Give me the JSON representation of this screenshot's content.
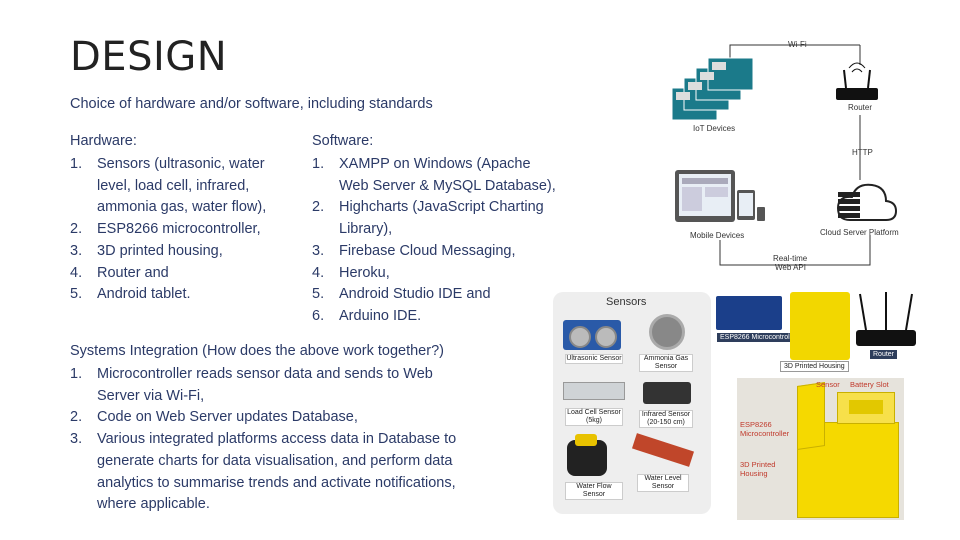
{
  "title": "DESIGN",
  "subtitle": "Choice of hardware and/or software, including standards",
  "hardware": {
    "heading": "Hardware:",
    "items": [
      {
        "n": "1.",
        "t": "Sensors (ultrasonic, water"
      },
      {
        "n": "",
        "t": "level, load cell, infrared,"
      },
      {
        "n": "",
        "t": "ammonia gas, water flow),"
      },
      {
        "n": "2.",
        "t": "ESP8266 microcontroller,"
      },
      {
        "n": "3.",
        "t": "3D printed housing,"
      },
      {
        "n": "4.",
        "t": "Router and"
      },
      {
        "n": "5.",
        "t": "Android tablet."
      }
    ]
  },
  "software": {
    "heading": "Software:",
    "items": [
      {
        "n": "1.",
        "t": "XAMPP on Windows (Apache"
      },
      {
        "n": "",
        "t": "Web Server & MySQL Database),"
      },
      {
        "n": "2.",
        "t": "Highcharts (JavaScript Charting"
      },
      {
        "n": "",
        "t": "Library),"
      },
      {
        "n": "3.",
        "t": "Firebase Cloud Messaging,"
      },
      {
        "n": "4.",
        "t": "Heroku,"
      },
      {
        "n": "5.",
        "t": "Android Studio IDE and"
      },
      {
        "n": "6.",
        "t": "Arduino IDE."
      }
    ]
  },
  "systems": {
    "heading": "Systems Integration (How does the above work together?)",
    "items": [
      {
        "n": "1.",
        "t": "Microcontroller reads sensor data and sends to Web"
      },
      {
        "n": "",
        "t": "Server via Wi-Fi,"
      },
      {
        "n": "2.",
        "t": "Code on Web Server updates Database,"
      },
      {
        "n": "3.",
        "t": "Various integrated platforms access data in Database to"
      },
      {
        "n": "",
        "t": "generate charts for data visualisation, and perform data"
      },
      {
        "n": "",
        "t": "analytics to summarise trends and activate notifications,"
      },
      {
        "n": "",
        "t": "where applicable."
      }
    ]
  },
  "diagram": {
    "wifi": "Wi-Fi",
    "router": "Router",
    "iot": "IoT Devices",
    "http": "HTTP",
    "mobile": "Mobile Devices",
    "cloud": "Cloud Server Platform",
    "realtime": "Real-time",
    "webapi": "Web API"
  },
  "sensors_photo": {
    "title": "Sensors",
    "ultrasonic": "Ultrasonic Sensor",
    "ammonia": "Ammonia Gas Sensor",
    "loadcell": "Load Cell Sensor (5kg)",
    "infrared": "Infrared Sensor (20-150 cm)",
    "waterflow": "Water Flow Sensor",
    "waterlevel": "Water Level Sensor"
  },
  "hardware_photo": {
    "esp": "ESP8266 Microcontroller",
    "housing": "3D Printed Housing",
    "router": "Router",
    "sensor": "Sensor",
    "battery": "Battery Slot",
    "esp2": "ESP8266 Microcontroller",
    "housing2": "3D Printed Housing"
  }
}
